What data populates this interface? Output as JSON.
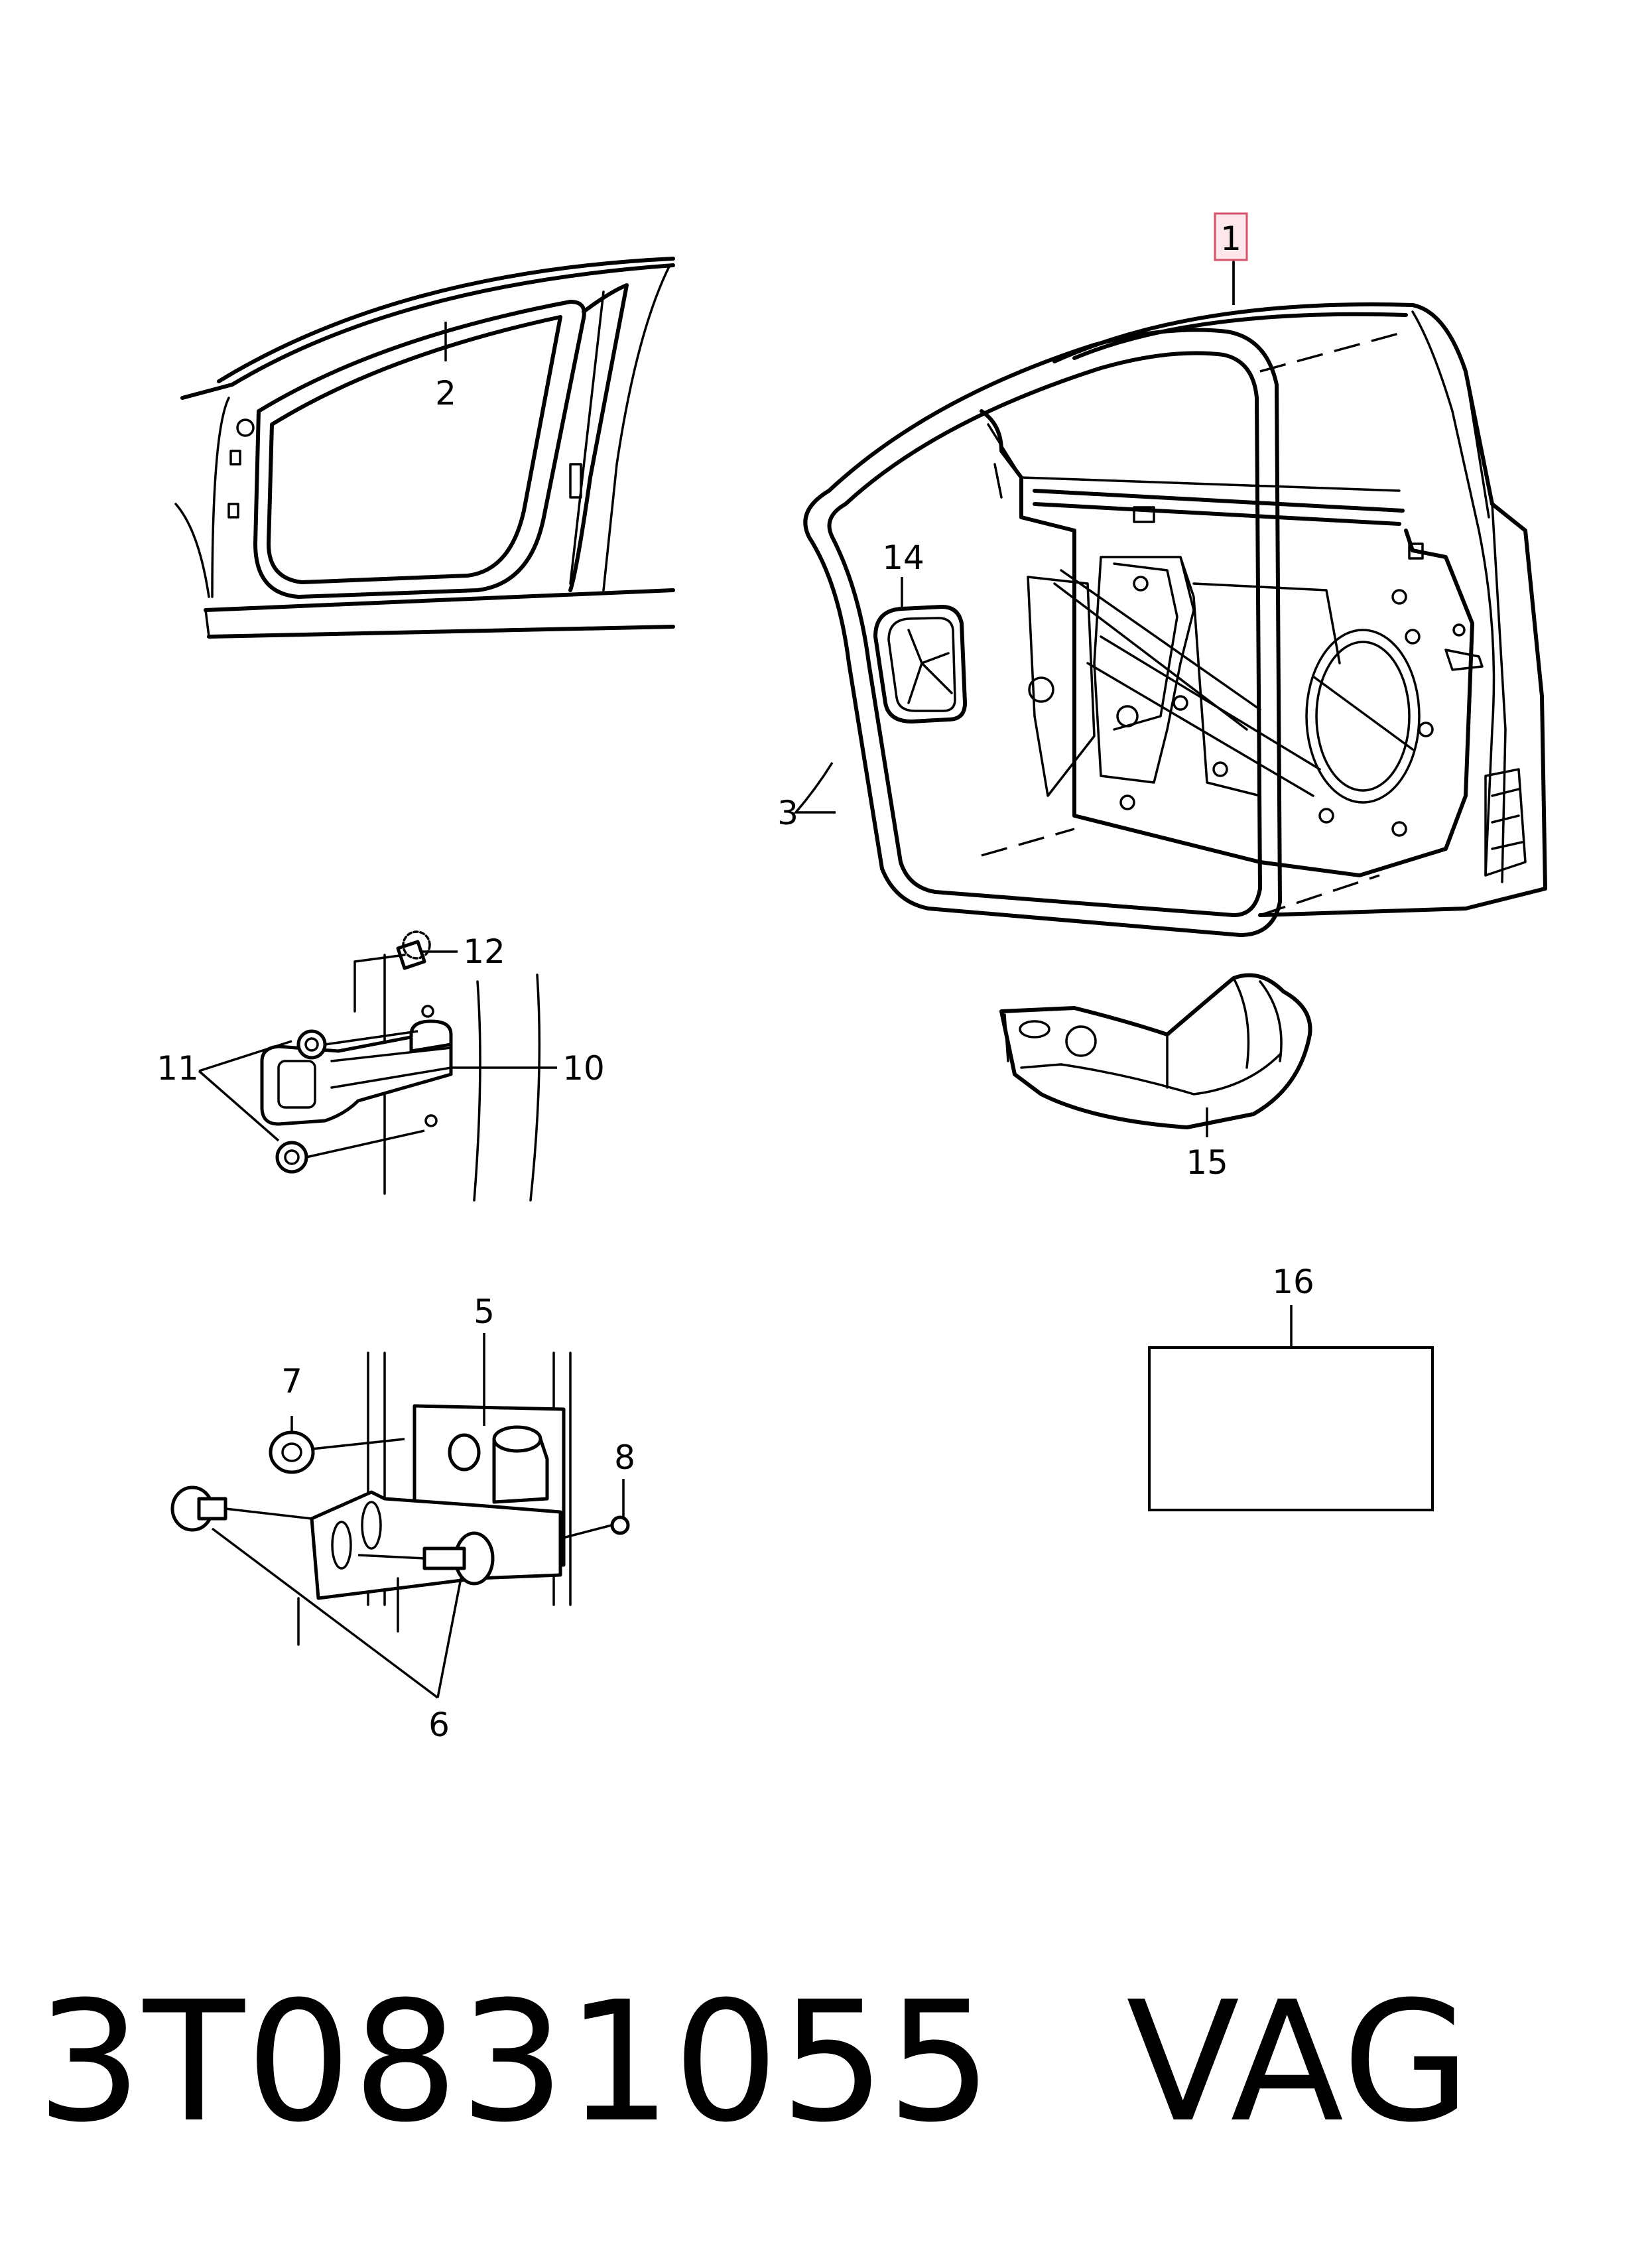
{
  "callouts": {
    "c1": "1",
    "c2": "2",
    "c3": "3",
    "c5": "5",
    "c6": "6",
    "c7": "7",
    "c8": "8",
    "c10": "10",
    "c11": "11",
    "c12": "12",
    "c14": "14",
    "c15": "15",
    "c16": "16"
  },
  "caption": {
    "part_number": "3T0831055",
    "brand": "VAG"
  },
  "colors": {
    "highlight_fill": "#fde7ea",
    "highlight_stroke": "#d6526b"
  }
}
